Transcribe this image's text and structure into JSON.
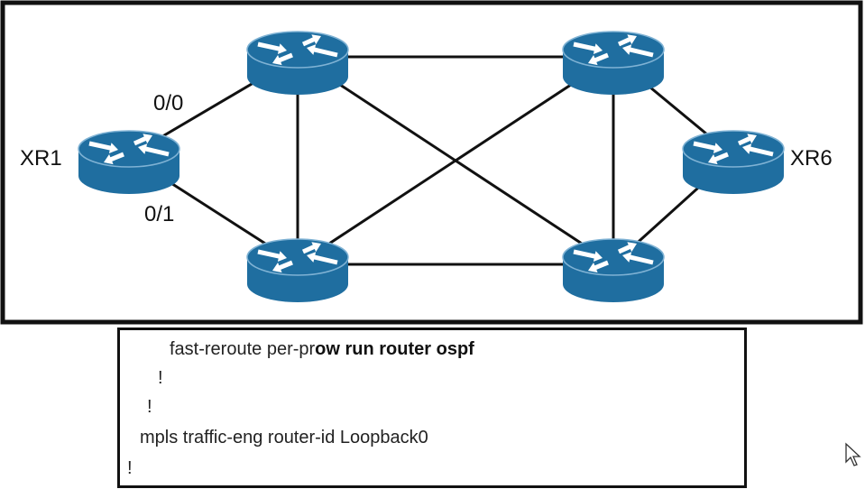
{
  "diagram": {
    "routers": [
      {
        "id": "XR1",
        "label": "XR1"
      },
      {
        "id": "R2",
        "label": ""
      },
      {
        "id": "R3",
        "label": ""
      },
      {
        "id": "R4",
        "label": ""
      },
      {
        "id": "R5",
        "label": ""
      },
      {
        "id": "XR6",
        "label": "XR6"
      }
    ],
    "links": [
      [
        "XR1",
        "R2"
      ],
      [
        "XR1",
        "R3"
      ],
      [
        "R2",
        "R3"
      ],
      [
        "R2",
        "R4"
      ],
      [
        "R3",
        "R5"
      ],
      [
        "R2",
        "R5"
      ],
      [
        "R3",
        "R4"
      ],
      [
        "R4",
        "R5"
      ],
      [
        "R4",
        "XR6"
      ],
      [
        "R5",
        "XR6"
      ]
    ],
    "interface_labels": {
      "xr1_r2": "0/0",
      "xr1_r3": "0/1"
    },
    "router_color": "#1f6ea0"
  },
  "config": {
    "line1_a": "fast-reroute per-pr",
    "line1_b": "ow run router ospf",
    "line2": "!",
    "line3": "!",
    "line4": "mpls traffic-eng router-id Loopback0",
    "line5": "!"
  }
}
